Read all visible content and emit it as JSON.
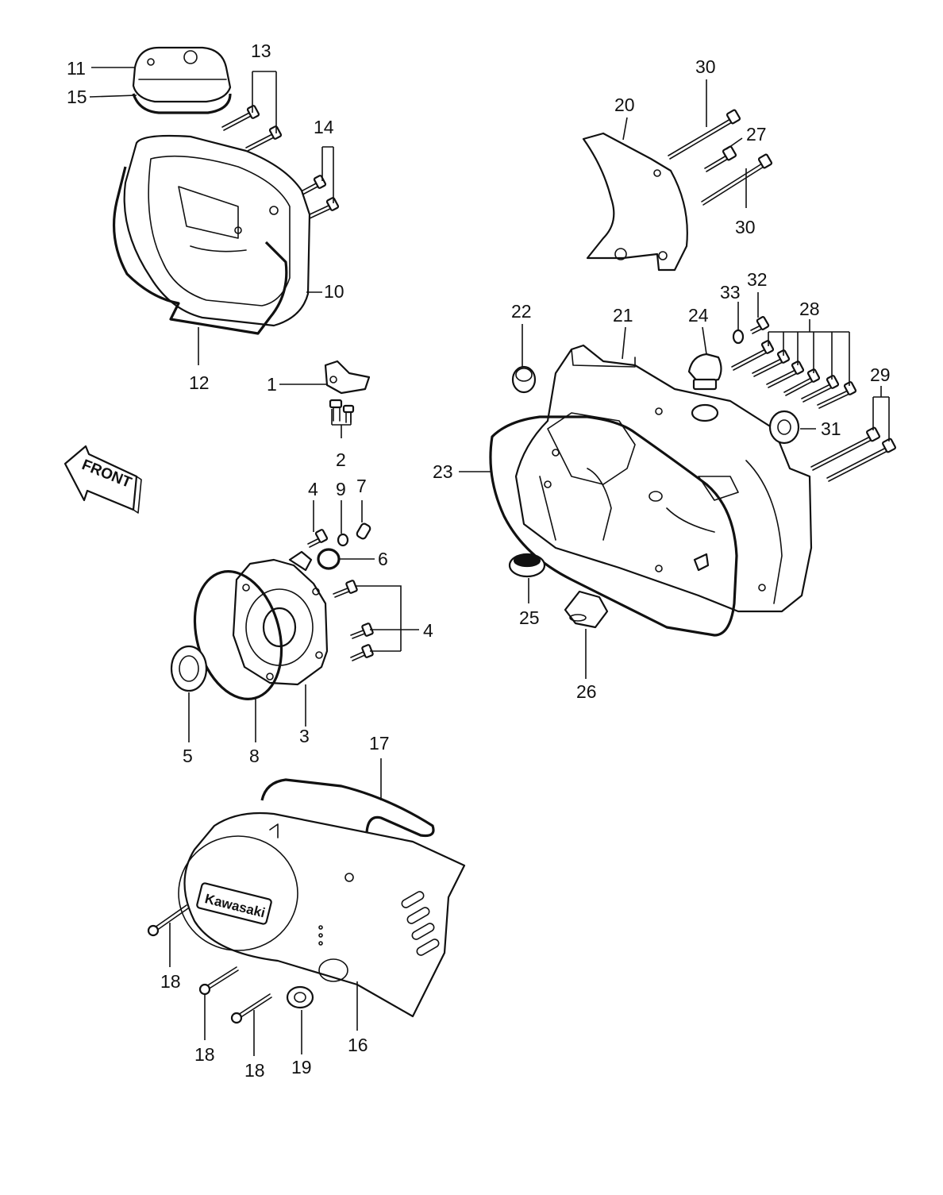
{
  "diagram": {
    "front_label": "FRONT",
    "brand_label": "Kawasaki"
  },
  "callouts": {
    "c1": "1",
    "c2": "2",
    "c3": "3",
    "c4a": "4",
    "c4b": "4",
    "c5": "5",
    "c6": "6",
    "c7": "7",
    "c8": "8",
    "c9": "9",
    "c10": "10",
    "c11": "11",
    "c12": "12",
    "c13": "13",
    "c14": "14",
    "c15": "15",
    "c16": "16",
    "c17": "17",
    "c18a": "18",
    "c18b": "18",
    "c18c": "18",
    "c19": "19",
    "c20": "20",
    "c21": "21",
    "c22": "22",
    "c23": "23",
    "c24": "24",
    "c25": "25",
    "c26": "26",
    "c27": "27",
    "c28": "28",
    "c29": "29",
    "c30a": "30",
    "c30b": "30",
    "c31": "31",
    "c32": "32",
    "c33": "33"
  }
}
